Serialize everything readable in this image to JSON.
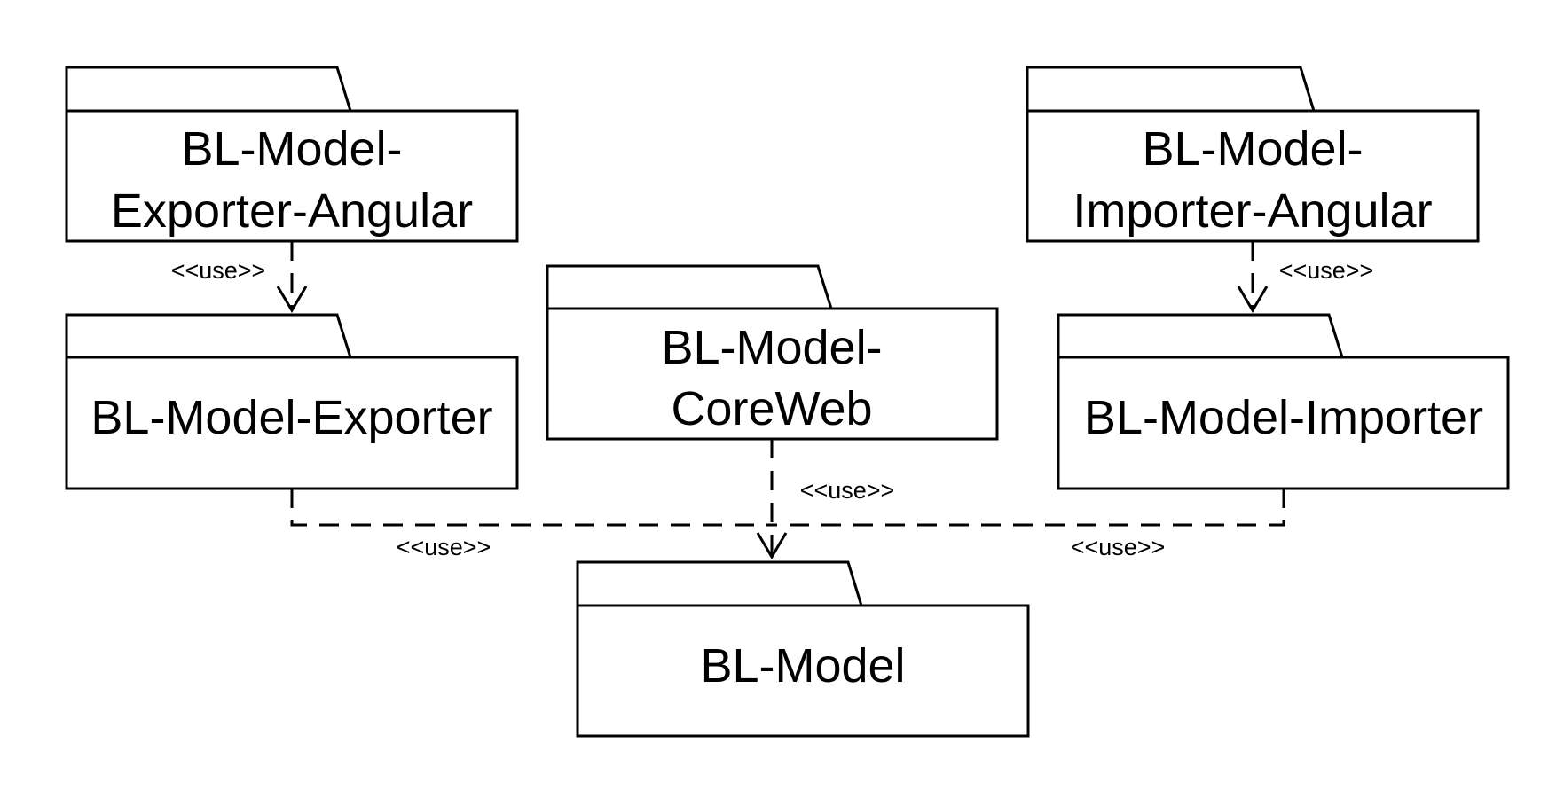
{
  "packages": {
    "exporter_angular": {
      "lines": [
        "BL-Model-",
        "Exporter-Angular"
      ]
    },
    "importer_angular": {
      "lines": [
        "BL-Model-",
        "Importer-Angular"
      ]
    },
    "exporter": {
      "lines": [
        "BL-Model-Exporter"
      ]
    },
    "coreweb": {
      "lines": [
        "BL-Model-",
        "CoreWeb"
      ]
    },
    "importer": {
      "lines": [
        "BL-Model-Importer"
      ]
    },
    "model": {
      "lines": [
        "BL-Model"
      ]
    }
  },
  "dependencies": {
    "exporter_angular_to_exporter": "<<use>>",
    "importer_angular_to_importer": "<<use>>",
    "coreweb_to_model": "<<use>>",
    "exporter_to_model": "<<use>>",
    "importer_to_model": "<<use>>"
  }
}
